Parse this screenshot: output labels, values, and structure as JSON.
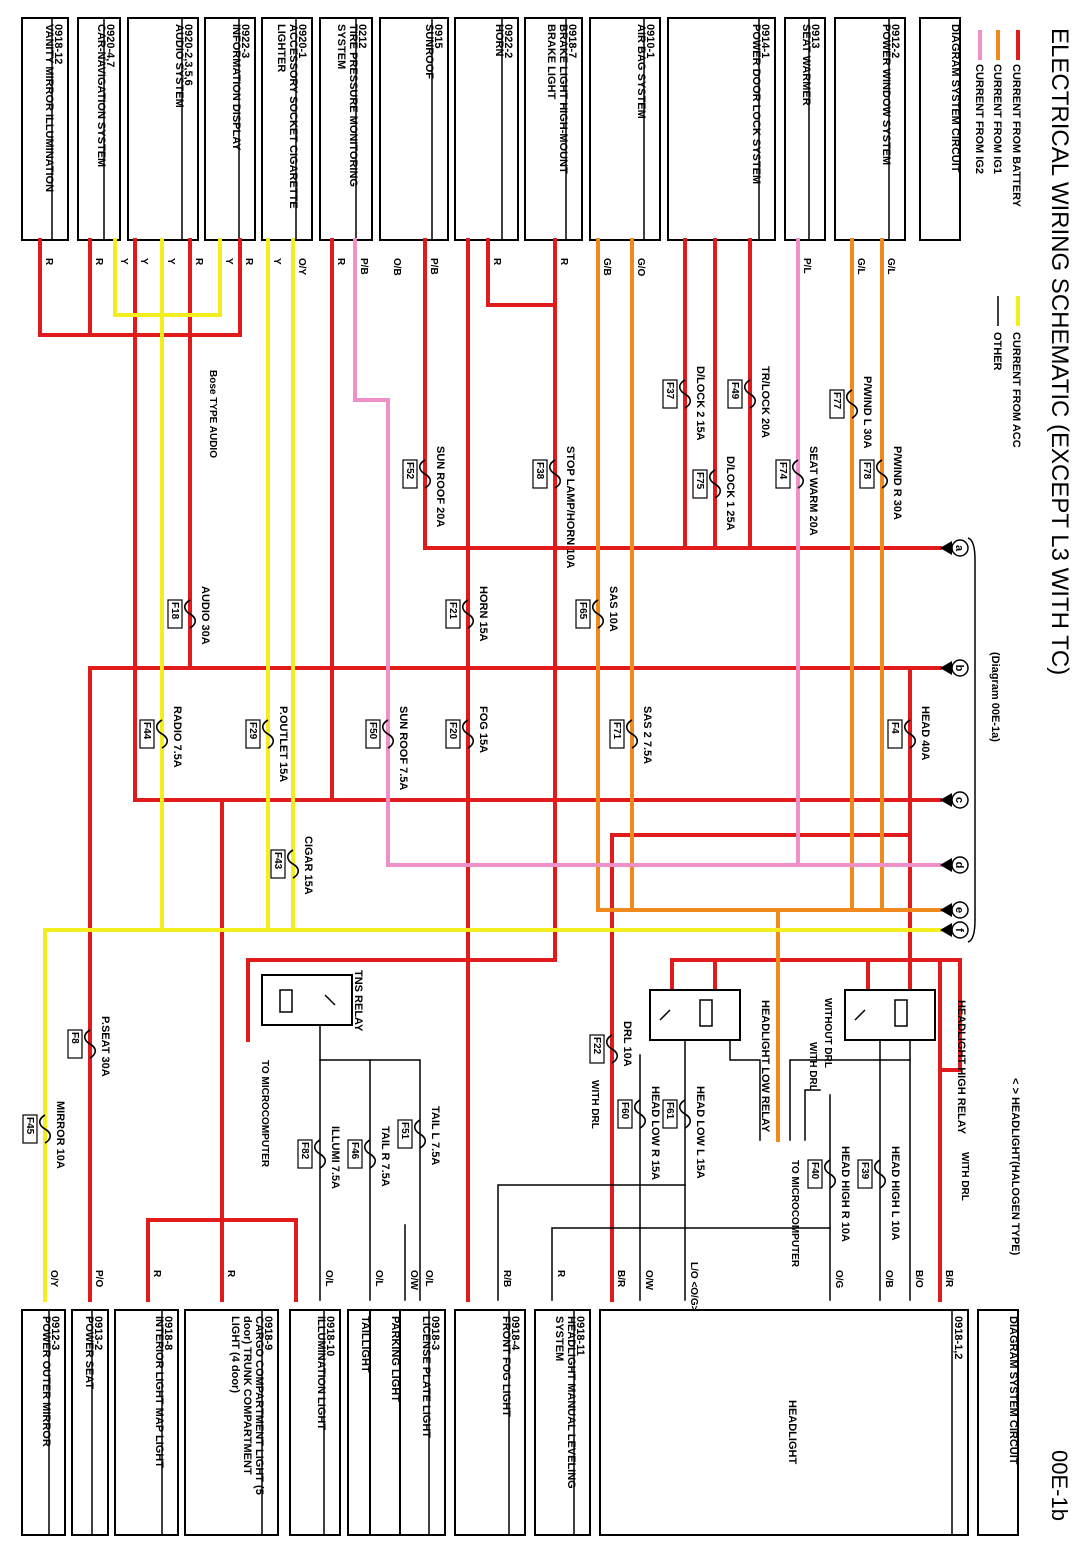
{
  "title": "ELECTRICAL WIRING SCHEMATIC (EXCEPT L3 WITH TC)",
  "page_number": "00E-1b",
  "legend": {
    "battery": "CURRENT FROM BATTERY",
    "ig1": "CURRENT FROM IG1",
    "ig2": "CURRENT FROM IG2",
    "acc": "CURRENT FROM ACC",
    "other": "OTHER"
  },
  "colors": {
    "battery": "#e11b1b",
    "ig1": "#f08a1c",
    "ig2": "#ef90c8",
    "acc": "#f5ee1e",
    "other": "#000000"
  },
  "diagram_ref": "(Diagram 00E-1a)",
  "headlight_note": "< > HEADLIGHT(HALOGEN TYPE)",
  "bose_note": "Bose TYPE AUDIO",
  "with_drl": "WITH DRL",
  "without_drl": "WITHOUT DRL",
  "to_microcomputer": "TO MICROCOMPUTER",
  "connectors": [
    "a",
    "b",
    "c",
    "d",
    "e",
    "f"
  ],
  "left_systems": [
    {
      "code": "",
      "name": "DIAGRAM SYSTEM CIRCUIT"
    },
    {
      "code": "0912-2",
      "name": "POWER WINDOW SYSTEM"
    },
    {
      "code": "0913",
      "name": "SEAT WARMER"
    },
    {
      "code": "0914-1",
      "name": "POWER DOOR LOCK SYSTEM"
    },
    {
      "code": "0910-1",
      "name": "AIR BAG SYSTEM"
    },
    {
      "code": "0918-7",
      "name": "BRAKE LIGHT HIGH-MOUNT BRAKE LIGHT"
    },
    {
      "code": "0922-2",
      "name": "HORN"
    },
    {
      "code": "0915",
      "name": "SUNROOF"
    },
    {
      "code": "0212",
      "name": "TIRE PRESSURE MONITORING SYSTEM"
    },
    {
      "code": "0920-1",
      "name": "ACCESSORY SOCKET CIGARETTE LIGHTER"
    },
    {
      "code": "0922-3",
      "name": "INFORMATION DISPLAY"
    },
    {
      "code": "0920-2,3,5,6",
      "name": "AUDIO SYSTEM"
    },
    {
      "code": "0920-4,7",
      "name": "CAR-NAVIGATION SYSTEM"
    },
    {
      "code": "0918-12",
      "name": "VANITY MIRROR ILLUMINATION"
    }
  ],
  "right_systems": [
    {
      "code": "",
      "name": "DIAGRAM SYSTEM CIRCUIT"
    },
    {
      "code": "0918-1,2",
      "name": "HEADLIGHT"
    },
    {
      "code": "0918-11",
      "name": "HEADLIGHT MANUAL LEVELING SYSTEM"
    },
    {
      "code": "0918-4",
      "name": "FRONT FOG LIGHT"
    },
    {
      "code": "0918-3",
      "name": "LICENSE PLATE LIGHT"
    },
    {
      "code": "",
      "name": "PARKING LIGHT"
    },
    {
      "code": "",
      "name": "TAILLIGHT"
    },
    {
      "code": "0918-10",
      "name": "ILLUMINATION LIGHT"
    },
    {
      "code": "0918-9",
      "name": "CARGO COMPARTMENT LIGHT (5 door) TRUNK COMPARTMENT LIGHT (4 door)"
    },
    {
      "code": "0918-8",
      "name": "INTERIOR LIGHT MAP LIGHT"
    },
    {
      "code": "0913-2",
      "name": "POWER SEAT"
    },
    {
      "code": "0912-3",
      "name": "POWER OUTER MIRROR"
    }
  ],
  "wire_colors": {
    "pw1": "G/L",
    "pw2": "G/L",
    "seat": "P/L",
    "ab1": "G/O",
    "ab2": "G/B",
    "brake": "R",
    "horn": "R",
    "sun1": "P/B",
    "sun2": "O/B",
    "tire1": "R",
    "tire2": "P/B",
    "acc1": "O/Y",
    "acc2": "Y",
    "info1": "R",
    "info2": "Y",
    "aud1": "R",
    "aud2": "Y",
    "aud3": "Y",
    "nav1": "R",
    "nav2": "Y",
    "van": "R",
    "hl1": "B/R",
    "hl2": "B/O",
    "hl3": "O/B",
    "hl4": "O/G",
    "hl5": "L/O <O/G>",
    "hl6": "O/W",
    "hl7": "B/R",
    "lev": "R",
    "fog": "R/B",
    "lic1": "O/L",
    "lic2": "O/W",
    "tail": "O/L",
    "illum": "O/L",
    "cargo": "R",
    "int": "R",
    "pseat": "P/O",
    "mirror": "O/Y"
  },
  "fuses": [
    {
      "label": "P/WIND L 30A",
      "id": "F77"
    },
    {
      "label": "P/WIND R 30A",
      "id": "F78"
    },
    {
      "label": "TR/LOCK 20A",
      "id": "F49"
    },
    {
      "label": "D/LOCK 2 15A",
      "id": "F37"
    },
    {
      "label": "D/LOCK 1 25A",
      "id": "F75"
    },
    {
      "label": "SEAT WARM 20A",
      "id": "F74"
    },
    {
      "label": "STOP LAMP/HORN 10A",
      "id": "F38"
    },
    {
      "label": "SUN ROOF 20A",
      "id": "F52"
    },
    {
      "label": "SAS 10A",
      "id": "F65"
    },
    {
      "label": "HORN 15A",
      "id": "F21"
    },
    {
      "label": "AUDIO 30A",
      "id": "F18"
    },
    {
      "label": "HEAD 40A",
      "id": "F4"
    },
    {
      "label": "SAS 2 7.5A",
      "id": "F71"
    },
    {
      "label": "FOG 15A",
      "id": "F20"
    },
    {
      "label": "SUN ROOF 7.5A",
      "id": "F50"
    },
    {
      "label": "P.OUTLET 15A",
      "id": "F29"
    },
    {
      "label": "RADIO 7.5A",
      "id": "F44"
    },
    {
      "label": "CIGAR 15A",
      "id": "F43"
    },
    {
      "label": "DRL 10A",
      "id": "F22"
    },
    {
      "label": "P.SEAT 30A",
      "id": "F8"
    },
    {
      "label": "MIRROR 10A",
      "id": "F45"
    },
    {
      "label": "HEAD LOW L 15A",
      "id": "F61"
    },
    {
      "label": "HEAD LOW R 15A",
      "id": "F60"
    },
    {
      "label": "HEAD HIGH L 10A",
      "id": "F39"
    },
    {
      "label": "HEAD HIGH R 10A",
      "id": "F40"
    },
    {
      "label": "TAIL L 7.5A",
      "id": "F51"
    },
    {
      "label": "TAIL R 7.5A",
      "id": "F46"
    },
    {
      "label": "ILLUMI 7.5A",
      "id": "F82"
    }
  ],
  "relays": {
    "high": "HEADLIGHT HIGH RELAY",
    "low": "HEADLIGHT LOW RELAY",
    "tns": "TNS RELAY"
  }
}
